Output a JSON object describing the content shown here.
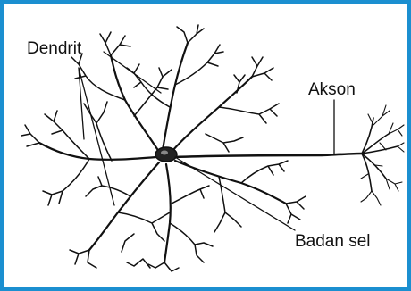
{
  "labels": {
    "dendrit": "Dendrit",
    "akson": "Akson",
    "badan_sel": "Badan sel"
  },
  "colors": {
    "border": "#1b8fd0",
    "ink": "#111111"
  }
}
